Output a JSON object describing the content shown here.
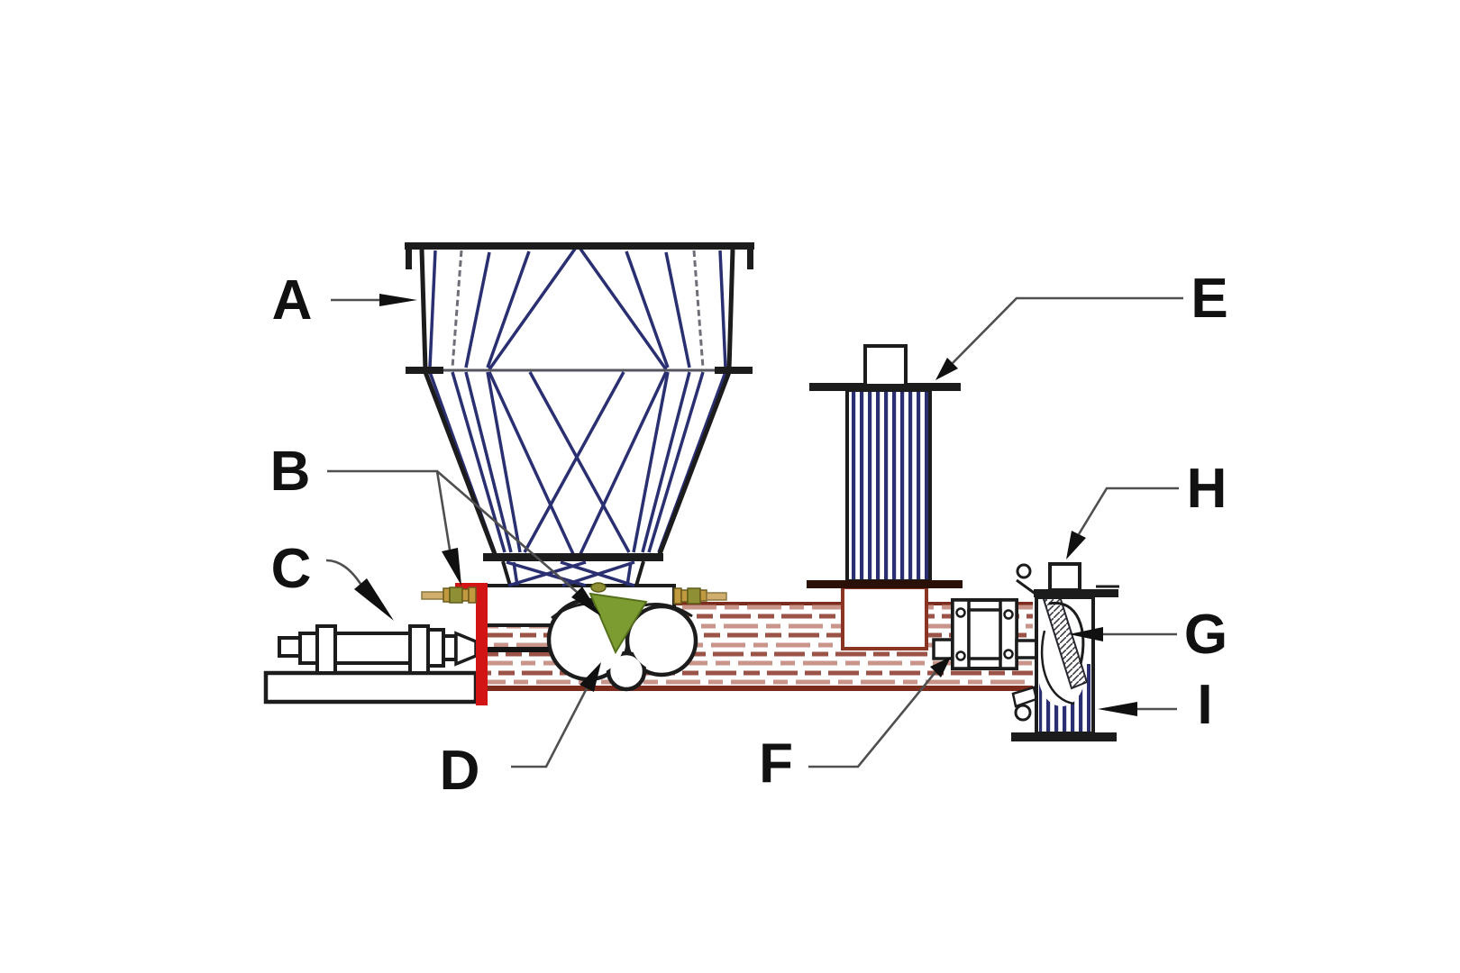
{
  "diagram": {
    "kind": "volumetric-screw-feeder-technical-diagram",
    "labels": {
      "A": "A",
      "B": "B",
      "C": "C",
      "D": "D",
      "E": "E",
      "F": "F",
      "G": "G",
      "H": "H",
      "I": "I"
    }
  },
  "colors": {
    "outline": "#1c1c1c",
    "navy": "#2a2f72",
    "leader": "#4f4f4f",
    "red_plate": "#d21414",
    "tube_light": "#c9948a",
    "tube_dark": "#9c5347",
    "tube_deep": "#7c2c1c",
    "box_red": "#8a3424",
    "green": "#7c9b30",
    "green_dark": "#55701c",
    "gold": "#c19a3f",
    "olive": "#8f8f35",
    "tan": "#cfae6e"
  }
}
